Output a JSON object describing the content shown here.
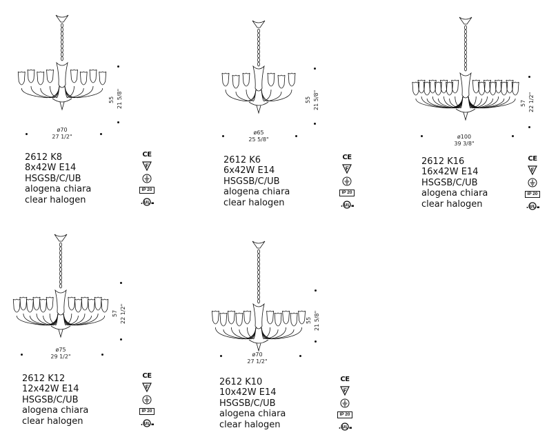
{
  "products": [
    {
      "code": "2612 K8",
      "lamps": "8x42W E14",
      "finish": "HSGSB/C/UB",
      "glass_it": "alogena chiara",
      "glass_en": "clear halogen",
      "diameter_cm": "ø70",
      "diameter_in": "27 1/2\"",
      "height_cm": "55",
      "height_in": "21 5/8\"",
      "arms": 8,
      "certifications": [
        "ce-mark-icon",
        "f-mark-icon",
        "earth-ground-icon",
        "ip20-icon",
        "ul-listed-icon"
      ],
      "ip_label": "IP 20"
    },
    {
      "code": "2612 K6",
      "lamps": "6x42W E14",
      "finish": "HSGSB/C/UB",
      "glass_it": "alogena chiara",
      "glass_en": "clear halogen",
      "diameter_cm": "ø65",
      "diameter_in": "25 5/8\"",
      "height_cm": "55",
      "height_in": "21 5/8\"",
      "arms": 6,
      "certifications": [
        "ce-mark-icon",
        "f-mark-icon",
        "earth-ground-icon",
        "ip20-icon",
        "ul-listed-icon"
      ],
      "ip_label": "IP 20"
    },
    {
      "code": "2612 K16",
      "lamps": "16x42W E14",
      "finish": "HSGSB/C/UB",
      "glass_it": "alogena chiara",
      "glass_en": "clear halogen",
      "diameter_cm": "ø100",
      "diameter_in": "39 3/8\"",
      "height_cm": "57",
      "height_in": "22 1/2\"",
      "arms": 16,
      "certifications": [
        "ce-mark-icon",
        "f-mark-icon",
        "earth-ground-icon",
        "ip20-icon",
        "ul-listed-icon"
      ],
      "ip_label": "IP 20"
    },
    {
      "code": "2612 K12",
      "lamps": "12x42W E14",
      "finish": "HSGSB/C/UB",
      "glass_it": "alogena chiara",
      "glass_en": "clear halogen",
      "diameter_cm": "ø75",
      "diameter_in": "29 1/2\"",
      "height_cm": "57",
      "height_in": "22 1/2\"",
      "arms": 12,
      "certifications": [
        "ce-mark-icon",
        "f-mark-icon",
        "earth-ground-icon",
        "ip20-icon",
        "ul-listed-icon"
      ],
      "ip_label": "IP 20"
    },
    {
      "code": "2612 K10",
      "lamps": "10x42W E14",
      "finish": "HSGSB/C/UB",
      "glass_it": "alogena chiara",
      "glass_en": "clear halogen",
      "diameter_cm": "ø70",
      "diameter_in": "27 1/2\"",
      "height_cm": "55",
      "height_in": "21 5/8\"",
      "arms": 10,
      "certifications": [
        "ce-mark-icon",
        "f-mark-icon",
        "earth-ground-icon",
        "ip20-icon",
        "ul-listed-icon"
      ],
      "ip_label": "IP 20"
    }
  ],
  "colors": {
    "ink": "#111111",
    "background": "#ffffff"
  }
}
